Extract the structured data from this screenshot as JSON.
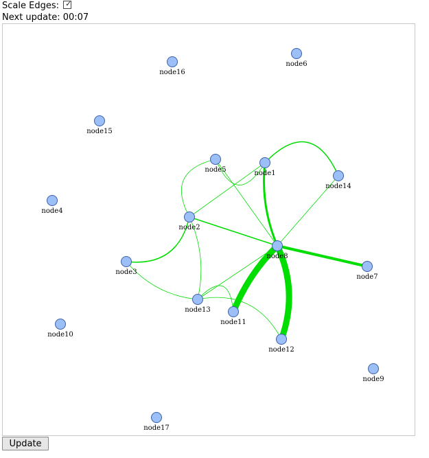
{
  "controls": {
    "scale_edges_label": "Scale Edges:",
    "scale_edges_checked": true,
    "next_update_label": "Next update: 00:07"
  },
  "update_button_label": "Update",
  "colors": {
    "edge": "#00dd00",
    "node_fill": "#9cbff7",
    "node_stroke": "#3a5fa8"
  },
  "nodes": [
    {
      "id": "node1",
      "label": "node1"
    },
    {
      "id": "node2",
      "label": "node2"
    },
    {
      "id": "node3",
      "label": "node3"
    },
    {
      "id": "node4",
      "label": "node4"
    },
    {
      "id": "node5",
      "label": "node5"
    },
    {
      "id": "node6",
      "label": "node6"
    },
    {
      "id": "node7",
      "label": "node7"
    },
    {
      "id": "node8",
      "label": "node8"
    },
    {
      "id": "node9",
      "label": "node9"
    },
    {
      "id": "node10",
      "label": "node10"
    },
    {
      "id": "node11",
      "label": "node11"
    },
    {
      "id": "node12",
      "label": "node12"
    },
    {
      "id": "node13",
      "label": "node13"
    },
    {
      "id": "node14",
      "label": "node14"
    },
    {
      "id": "node15",
      "label": "node15"
    },
    {
      "id": "node16",
      "label": "node16"
    },
    {
      "id": "node17",
      "label": "node17"
    }
  ],
  "edges": [
    {
      "source": "node8",
      "target": "node1",
      "weight": 3
    },
    {
      "source": "node8",
      "target": "node7",
      "weight": 4
    },
    {
      "source": "node8",
      "target": "node11",
      "weight": 9
    },
    {
      "source": "node8",
      "target": "node12",
      "weight": 9
    },
    {
      "source": "node8",
      "target": "node2",
      "weight": 1.6
    },
    {
      "source": "node8",
      "target": "node5",
      "weight": 0.8
    },
    {
      "source": "node8",
      "target": "node14",
      "weight": 0.8
    },
    {
      "source": "node8",
      "target": "node13",
      "weight": 0.8
    },
    {
      "source": "node2",
      "target": "node1",
      "weight": 0.8
    },
    {
      "source": "node2",
      "target": "node5",
      "weight": 0.8
    },
    {
      "source": "node2",
      "target": "node3",
      "weight": 1.5
    },
    {
      "source": "node2",
      "target": "node13",
      "weight": 0.8
    },
    {
      "source": "node1",
      "target": "node14",
      "weight": 1.5
    },
    {
      "source": "node1",
      "target": "node5",
      "weight": 0.8
    },
    {
      "source": "node13",
      "target": "node3",
      "weight": 0.8
    },
    {
      "source": "node13",
      "target": "node11",
      "weight": 0.8
    },
    {
      "source": "node13",
      "target": "node12",
      "weight": 0.8
    }
  ]
}
